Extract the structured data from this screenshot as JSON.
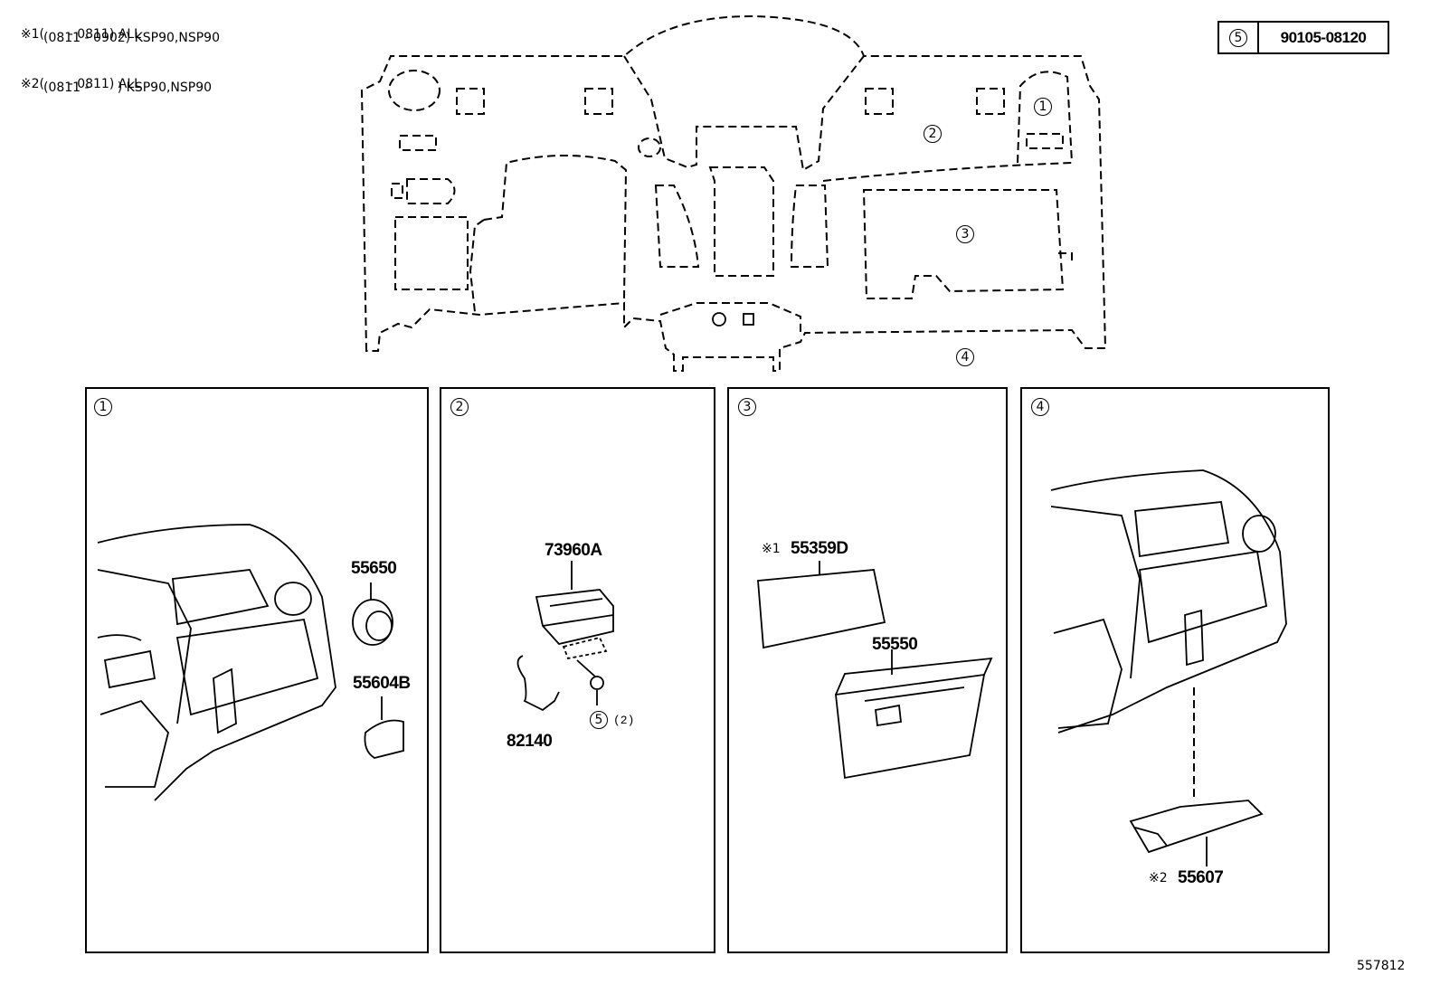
{
  "notes": [
    {
      "mark": "※1",
      "lines": [
        "(      - 0811) ALL",
        "(0811 - 0902) KSP90,NSP90"
      ]
    },
    {
      "mark": "※2",
      "lines": [
        "(      - 0811) ALL",
        "(0811 -       ) KSP90,NSP90"
      ]
    }
  ],
  "reference": {
    "mark": "5",
    "part": "90105-08120"
  },
  "overview_callouts": [
    "1",
    "2",
    "3",
    "4"
  ],
  "panels": [
    {
      "mark": "1",
      "parts": [
        "55650",
        "55604B"
      ]
    },
    {
      "mark": "2",
      "parts": [
        "73960A",
        "82140"
      ],
      "screw": {
        "mark": "5",
        "qty": "(2)"
      }
    },
    {
      "mark": "3",
      "parts": [
        "55359D",
        "55550"
      ],
      "note_mark": "※1"
    },
    {
      "mark": "4",
      "parts": [
        "55607"
      ],
      "note_mark": "※2"
    }
  ],
  "figure_id": "557812"
}
